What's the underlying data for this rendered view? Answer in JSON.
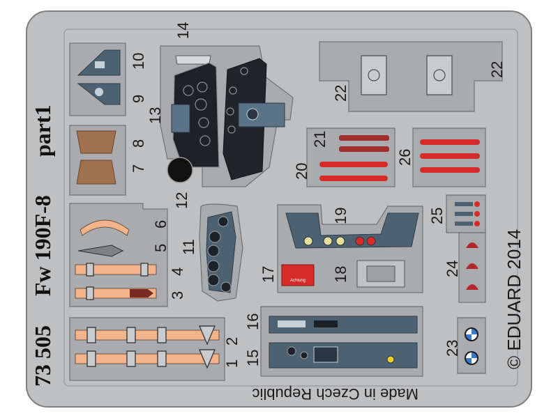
{
  "title": {
    "code": "73 505",
    "model": "Fw 190F-8",
    "part": "part1"
  },
  "manufacturer": "© EDUARD 2014",
  "origin": "Made in Czech Republic",
  "stamp_text": "Achtung",
  "part_numbers": [
    "1",
    "2",
    "3",
    "4",
    "5",
    "6",
    "7",
    "8",
    "9",
    "10",
    "11",
    "12",
    "13",
    "14",
    "15",
    "16",
    "17",
    "18",
    "19",
    "20",
    "21",
    "22",
    "22",
    "23",
    "24",
    "25",
    "26"
  ],
  "colors": {
    "fret": "#bfc0c2",
    "panel": "#4c6273",
    "belt": "#f3b48c",
    "seat_pad": "#a0704f",
    "red_light": "#d52b2b"
  }
}
